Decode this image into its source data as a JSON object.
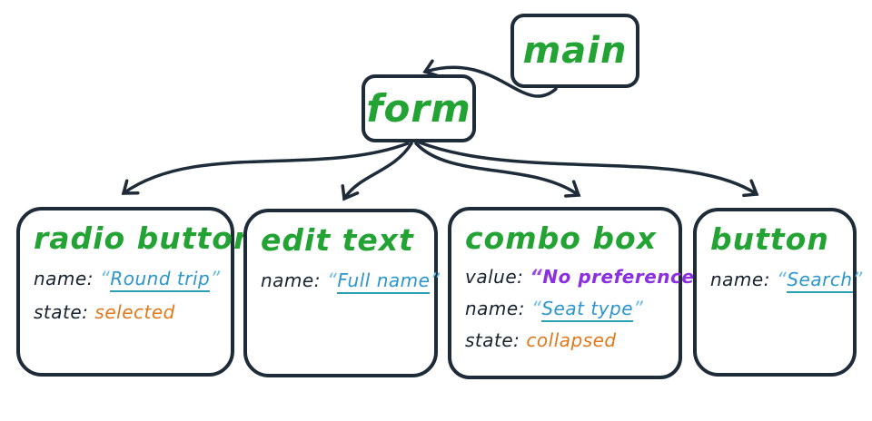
{
  "diagram": {
    "nodes": {
      "main": {
        "label": "main"
      },
      "form": {
        "label": "form"
      }
    },
    "boxes": [
      {
        "title": "radio button",
        "props": [
          {
            "key": "name:",
            "oq": "“",
            "text": "Round trip",
            "cq": "”"
          },
          {
            "key": "state:",
            "text": "selected"
          }
        ]
      },
      {
        "title": "edit text",
        "props": [
          {
            "key": "name:",
            "oq": "“",
            "text": "Full name",
            "cq": "”"
          }
        ]
      },
      {
        "title": "combo box",
        "props": [
          {
            "key": "value:",
            "oq": "“",
            "text": "No preference",
            "cq": "”"
          },
          {
            "key": "name:",
            "oq": "“",
            "text": "Seat type",
            "cq": "”"
          },
          {
            "key": "state:",
            "text": "collapsed"
          }
        ]
      },
      {
        "title": "button",
        "props": [
          {
            "key": "name:",
            "oq": "“",
            "text": "Search",
            "cq": "”"
          }
        ]
      }
    ]
  },
  "colors": {
    "node_green": "#23a334",
    "stroke_dark": "#1e2b38",
    "label_dark": "#17232e",
    "name_blue": "#2c96cd",
    "underline_teal": "#2aa0b0",
    "state_orange": "#e0791c",
    "value_purple": "#8b2fe2"
  }
}
